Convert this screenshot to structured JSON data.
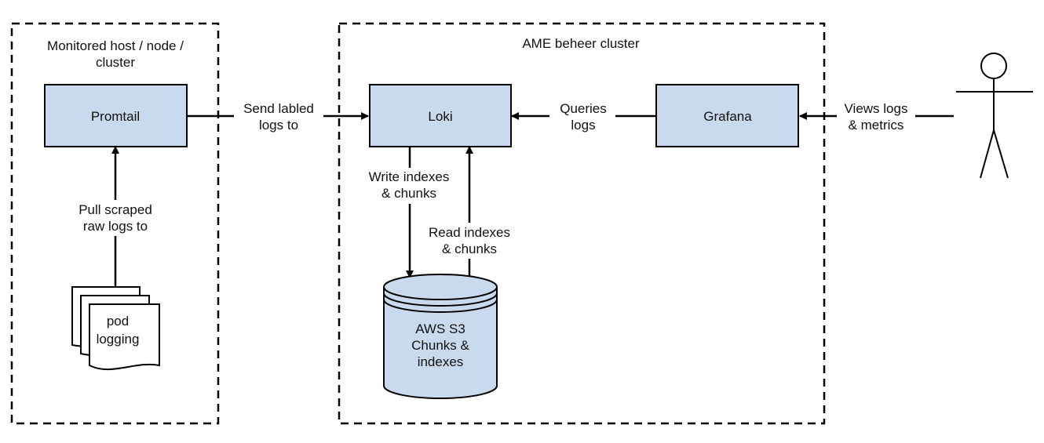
{
  "groups": {
    "monitored": {
      "line1": "Monitored host / node /",
      "line2": "cluster"
    },
    "ame": {
      "title": "AME beheer cluster"
    }
  },
  "nodes": {
    "promtail": "Promtail",
    "loki": "Loki",
    "grafana": "Grafana",
    "pod_logging": {
      "line1": "pod",
      "line2": "logging"
    },
    "s3": {
      "line1": "AWS S3",
      "line2": "Chunks &",
      "line3": "indexes"
    }
  },
  "edges": {
    "pull": {
      "line1": "Pull scraped",
      "line2": "raw logs to"
    },
    "send": {
      "line1": "Send labled",
      "line2": "logs to"
    },
    "queries": {
      "line1": "Queries",
      "line2": "logs"
    },
    "views": {
      "line1": "Views logs",
      "line2": "& metrics"
    },
    "write": {
      "line1": "Write indexes",
      "line2": "& chunks"
    },
    "read": {
      "line1": "Read indexes",
      "line2": "& chunks"
    }
  },
  "colors": {
    "box_fill": "#c9d9ee",
    "stroke": "#000000"
  },
  "icons": {
    "actor": "stick-figure-user-icon"
  }
}
